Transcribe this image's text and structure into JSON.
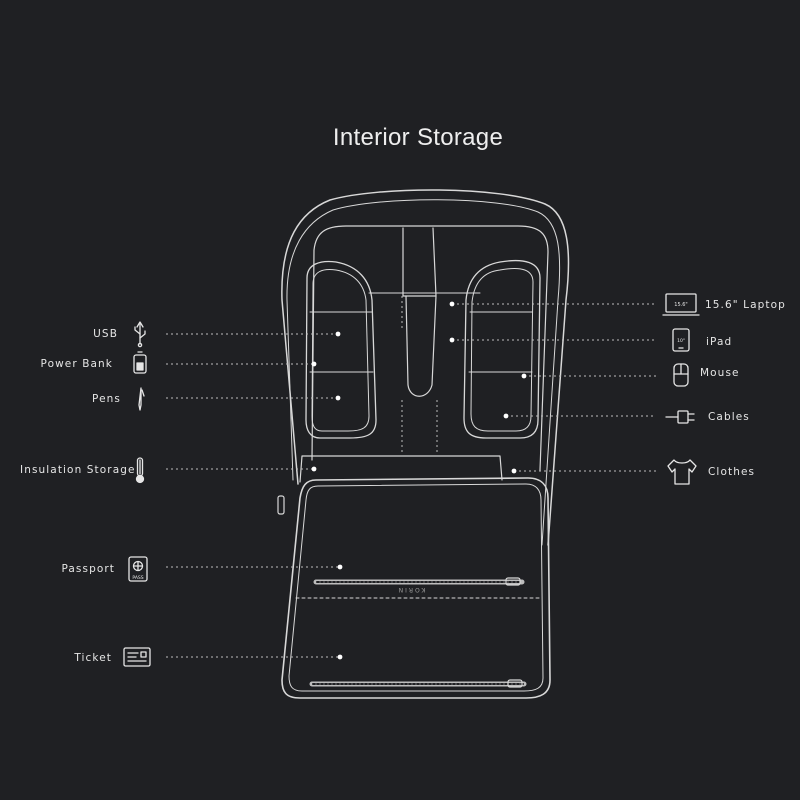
{
  "title": "Interior Storage",
  "brand": "KORIN",
  "left_items": [
    {
      "label": "USB",
      "icon": "usb-icon"
    },
    {
      "label": "Power Bank",
      "icon": "power-bank-icon"
    },
    {
      "label": "Pens",
      "icon": "pen-icon"
    },
    {
      "label": "Insulation Storage",
      "icon": "thermometer-icon"
    },
    {
      "label": "Passport",
      "icon": "passport-icon"
    },
    {
      "label": "Ticket",
      "icon": "ticket-icon"
    }
  ],
  "right_items": [
    {
      "label": "15.6\" Laptop",
      "icon": "laptop-icon"
    },
    {
      "label": "iPad",
      "icon": "tablet-icon"
    },
    {
      "label": "Mouse",
      "icon": "mouse-icon"
    },
    {
      "label": "Cables",
      "icon": "cable-icon"
    },
    {
      "label": "Clothes",
      "icon": "tshirt-icon"
    }
  ],
  "icon_text": {
    "laptop": "15.6\"",
    "tablet": "10\"",
    "passport": "PASS"
  },
  "colors": {
    "background": "#1f2023",
    "line": "#d8d8d8",
    "text": "#e6e6e6"
  }
}
